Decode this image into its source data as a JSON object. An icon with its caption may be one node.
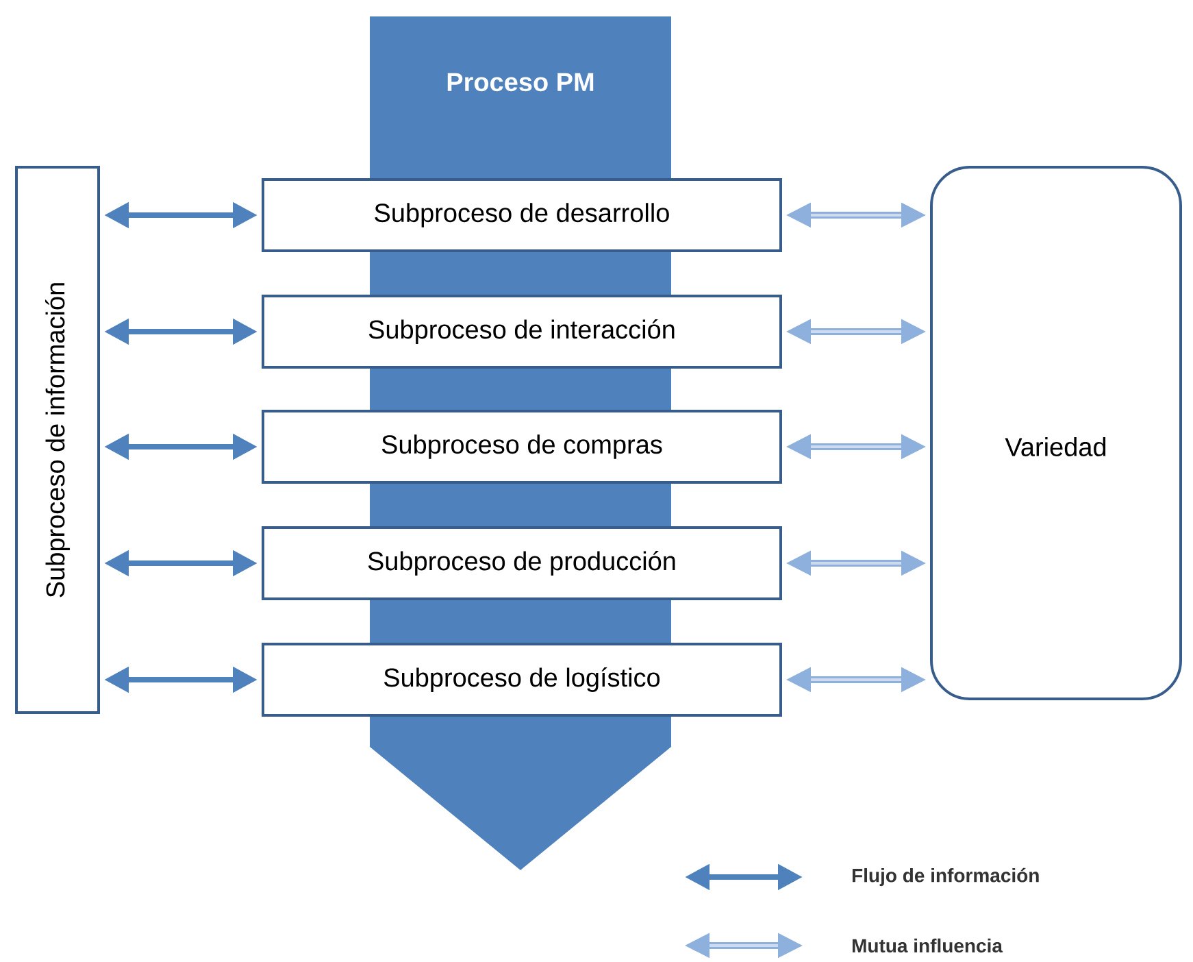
{
  "diagram": {
    "nodes": [
      {
        "text": [
          "Proceso PM"
        ]
      },
      {
        "text": [
          "Subproceso de desarrollo"
        ]
      },
      {
        "text": [
          "Subproceso de interacción"
        ]
      },
      {
        "text": [
          "Subproceso de compras"
        ]
      },
      {
        "text": [
          "Subproceso de producción"
        ]
      },
      {
        "text": [
          "Subproceso de logístico"
        ]
      },
      {
        "text": [
          "Subproceso de información"
        ]
      },
      {
        "text": [
          "Variedad"
        ]
      }
    ],
    "edges": [
      {
        "from": 6,
        "to": 1,
        "arrow": "both"
      },
      {
        "from": 6,
        "to": 2,
        "arrow": "both"
      },
      {
        "from": 6,
        "to": 3,
        "arrow": "both"
      },
      {
        "from": 6,
        "to": 4,
        "arrow": "both"
      },
      {
        "from": 6,
        "to": 5,
        "arrow": "both"
      },
      {
        "from": 1,
        "to": 7,
        "arrow": "both",
        "color": "#8eb0dc"
      },
      {
        "from": 2,
        "to": 7,
        "arrow": "both",
        "color": "#8eb0dc"
      },
      {
        "from": 3,
        "to": 7,
        "arrow": "both",
        "color": "#8eb0dc"
      },
      {
        "from": 4,
        "to": 7,
        "arrow": "both",
        "color": "#8eb0dc"
      },
      {
        "from": 5,
        "to": 7,
        "arrow": "both",
        "color": "#8eb0dc"
      }
    ],
    "legend": [
      {
        "text": "Flujo de información"
      },
      {
        "text": "Mutua influencia"
      }
    ]
  }
}
